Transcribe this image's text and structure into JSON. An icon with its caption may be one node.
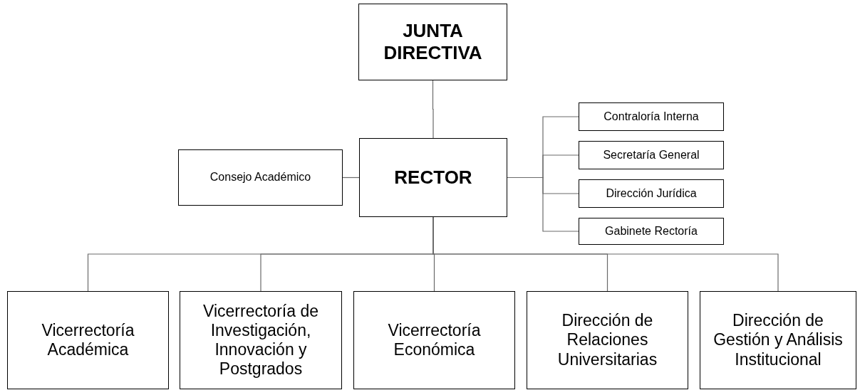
{
  "diagram": {
    "nodes": [
      {
        "text": [
          "JUNTA DIRECTIVA"
        ]
      },
      {
        "text": [
          "Consejo Académico"
        ]
      },
      {
        "text": [
          "RECTOR"
        ]
      },
      {
        "text": [
          "Contraloría Interna"
        ]
      },
      {
        "text": [
          "Secretaría General"
        ]
      },
      {
        "text": [
          "Dirección Jurídica"
        ]
      },
      {
        "text": [
          "Gabinete Rectoría"
        ]
      },
      {
        "text": [
          "Vicerrectoría Académica"
        ]
      },
      {
        "text": [
          "Vicerrectoría de Investigación, Innovación y Postgrados"
        ]
      },
      {
        "text": [
          "Vicerrectoría Económica"
        ]
      },
      {
        "text": [
          "Dirección de Relaciones Universitarias"
        ]
      },
      {
        "text": [
          "Dirección de Gestión y Análisis Institucional"
        ]
      }
    ],
    "edges": [
      {
        "from": 0,
        "to": 2,
        "arrow": "none"
      },
      {
        "from": 1,
        "to": 2,
        "arrow": "none"
      },
      {
        "from": 2,
        "to": 3,
        "arrow": "none"
      },
      {
        "from": 2,
        "to": 4,
        "arrow": "none"
      },
      {
        "from": 2,
        "to": 5,
        "arrow": "none"
      },
      {
        "from": 2,
        "to": 6,
        "arrow": "none"
      },
      {
        "from": 2,
        "to": 7,
        "arrow": "none"
      },
      {
        "from": 2,
        "to": 8,
        "arrow": "none"
      },
      {
        "from": 2,
        "to": 9,
        "arrow": "none"
      },
      {
        "from": 2,
        "to": 10,
        "arrow": "none"
      },
      {
        "from": 2,
        "to": 11,
        "arrow": "none"
      }
    ]
  }
}
